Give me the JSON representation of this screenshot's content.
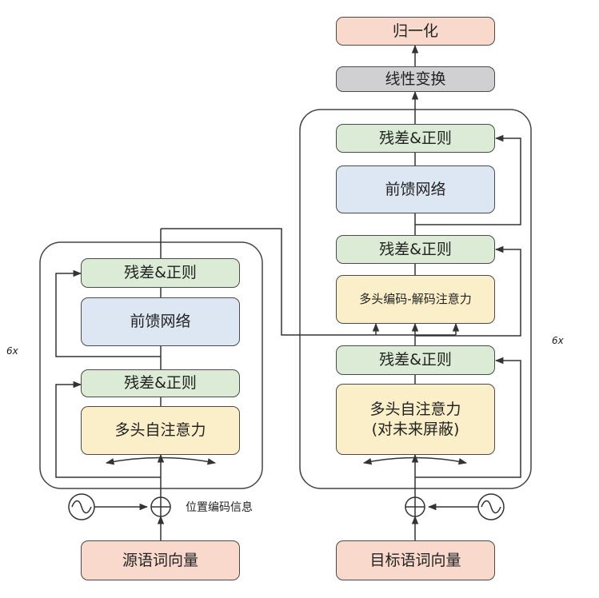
{
  "encoder": {
    "repeat": "6x",
    "addnorm_top": "残差&正则",
    "ffn": "前馈网络",
    "addnorm_bottom": "残差&正则",
    "self_attention": "多头自注意力",
    "position_info": "位置编码信息",
    "input": "源语词向量"
  },
  "decoder": {
    "repeat": "6x",
    "output": "归一化",
    "linear": "线性变换",
    "addnorm_top": "残差&正则",
    "ffn": "前馈网络",
    "addnorm_mid": "残差&正则",
    "cross_attention": "多头编码-解码注意力",
    "addnorm_bottom": "残差&正则",
    "masked_attention": "多头自注意力\n(对未来屏蔽)",
    "input": "目标语词向量"
  },
  "colors": {
    "addnorm": "#dcebd5",
    "ffn": "#dde7f4",
    "attention": "#fbefc9",
    "io": "#f8d9cc",
    "linear": "#d0d0d2"
  }
}
